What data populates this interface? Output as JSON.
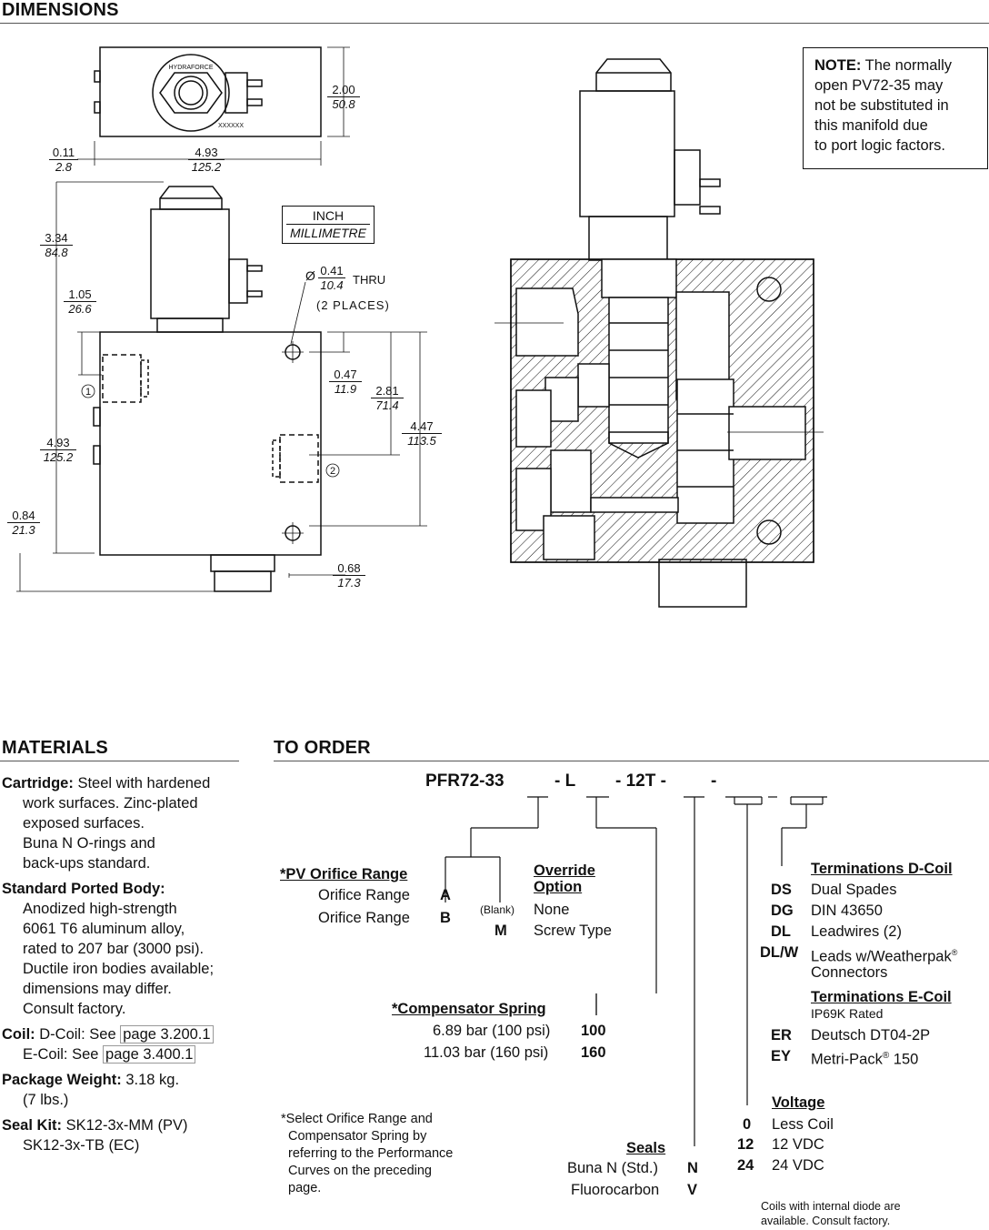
{
  "sections": {
    "dimensions": "DIMENSIONS",
    "materials": "MATERIALS",
    "to_order": "TO ORDER"
  },
  "units_box": {
    "inch": "INCH",
    "mm": "MILLIMETRE"
  },
  "dims": {
    "d200": {
      "in": "2.00",
      "mm": "50.8"
    },
    "d011": {
      "in": "0.11",
      "mm": "2.8"
    },
    "d493w": {
      "in": "4.93",
      "mm": "125.2"
    },
    "d334": {
      "in": "3.34",
      "mm": "84.8"
    },
    "d105": {
      "in": "1.05",
      "mm": "26.6"
    },
    "d041": {
      "in": "0.41",
      "mm": "10.4",
      "thru": "THRU",
      "places": "(2 PLACES)",
      "dia": "Ø"
    },
    "d047": {
      "in": "0.47",
      "mm": "11.9"
    },
    "d281": {
      "in": "2.81",
      "mm": "71.4"
    },
    "d447": {
      "in": "4.47",
      "mm": "113.5"
    },
    "d493h": {
      "in": "4.93",
      "mm": "125.2"
    },
    "d084": {
      "in": "0.84",
      "mm": "21.3"
    },
    "d068": {
      "in": "0.68",
      "mm": "17.3"
    },
    "port1": "1",
    "port2": "2",
    "brand": "HYDRAFORCE",
    "stamp": "XXXXXX"
  },
  "note": {
    "label": "NOTE:",
    "text1": " The normally",
    "text2": "open PV72-35 may",
    "text3": "not be substituted in",
    "text4": "this manifold due",
    "text5": "to port logic factors."
  },
  "materials": {
    "cartridge_label": "Cartridge:",
    "cartridge_lines": [
      "Steel with hardened",
      "work surfaces. Zinc-plated",
      "exposed surfaces.",
      "Buna N O-rings and",
      "back-ups standard."
    ],
    "body_label": "Standard Ported Body:",
    "body_lines": [
      "Anodized high-strength",
      "6061 T6 aluminum alloy,",
      "rated to 207 bar (3000 psi).",
      "Ductile iron bodies available;",
      "dimensions may differ.",
      "Consult factory."
    ],
    "coil_label": "Coil:",
    "coil_d": "D-Coil: See ",
    "coil_d_page": "page 3.200.1",
    "coil_e": "E-Coil: See ",
    "coil_e_page": "page 3.400.1",
    "weight_label": "Package Weight:",
    "weight_val": " 3.18 kg.",
    "weight_lbs": "(7 lbs.)",
    "seal_label": "Seal Kit:",
    "seal_val1": " SK12-3x-MM  (PV)",
    "seal_val2": "SK12-3x-TB  (EC)"
  },
  "order": {
    "code": {
      "p1": "PFR72-33",
      "p2": "- L",
      "p3": "- 12T -",
      "p4": "-"
    },
    "pv_title": "*PV Orifice Range",
    "pv_rows": [
      {
        "label": "Orifice Range",
        "code": "A"
      },
      {
        "label": "Orifice Range",
        "code": "B"
      }
    ],
    "override_title1": "Override",
    "override_title2": "Option",
    "override_rows": [
      {
        "code": "(Blank)",
        "label": "None"
      },
      {
        "code": "M",
        "label": "Screw Type"
      }
    ],
    "comp_title": "*Compensator Spring",
    "comp_rows": [
      {
        "label": "6.89 bar (100 psi)",
        "code": "100"
      },
      {
        "label": "11.03 bar (160 psi)",
        "code": "160"
      }
    ],
    "footnote": [
      "*Select Orifice Range and",
      "Compensator Spring by",
      "referring to the Performance",
      "Curves on the preceding",
      "page."
    ],
    "seals_title": "Seals",
    "seals_rows": [
      {
        "label": "Buna N (Std.)",
        "code": "N"
      },
      {
        "label": "Fluorocarbon",
        "code": "V"
      }
    ],
    "term_d_title": "Terminations D-Coil",
    "term_d_rows": [
      {
        "code": "DS",
        "label": "Dual Spades"
      },
      {
        "code": "DG",
        "label": "DIN 43650"
      },
      {
        "code": "DL",
        "label": "Leadwires (2)"
      },
      {
        "code": "DL/W",
        "label": "Leads w/Weatherpak"
      }
    ],
    "term_d_sup": "®",
    "term_d_cont": "Connectors",
    "term_e_title": "Terminations E-Coil",
    "term_e_sub": "IP69K Rated",
    "term_e_rows": [
      {
        "code": "ER",
        "label": "Deutsch DT04-2P"
      },
      {
        "code": "EY",
        "label": "Metri-Pack"
      }
    ],
    "term_e_sup": "®",
    "term_e_tail": " 150",
    "volt_title": "Voltage",
    "volt_rows": [
      {
        "code": "0",
        "label": "Less Coil"
      },
      {
        "code": "12",
        "label": "12 VDC"
      },
      {
        "code": "24",
        "label": "24 VDC"
      }
    ],
    "diode_note": [
      "Coils with internal diode are",
      "available. Consult factory."
    ]
  }
}
